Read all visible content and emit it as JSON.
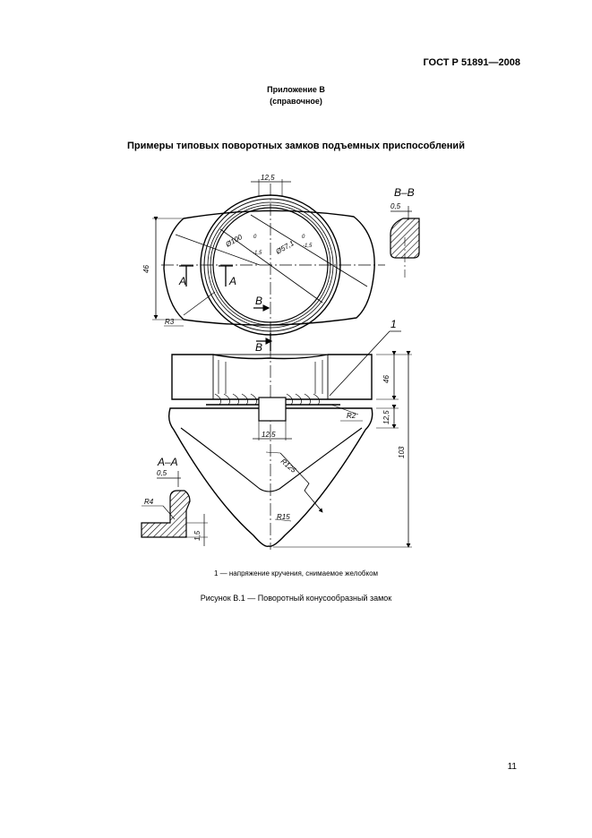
{
  "header": {
    "standard_code": "ГОСТ Р 51891—2008"
  },
  "appendix": {
    "title": "Приложение В",
    "subtitle": "(справочное)"
  },
  "section_title": "Примеры типовых поворотных замков подъемных приспособлений",
  "figure": {
    "labels": {
      "section_bb": "В–В",
      "section_aa": "А–А",
      "width_top": "12,5",
      "width_mid": "12,5",
      "dia_outer": "Ø100",
      "dia_outer_tol_up": "0",
      "dia_outer_tol_down": "-1,5",
      "dia_inner": "Ø57,1",
      "dia_inner_tol_up": "0",
      "dia_inner_tol_down": "-1,5",
      "height_top": "46",
      "height_side": "46",
      "height_step": "12,5",
      "height_total": "103",
      "gap_bb": "0,5",
      "gap_aa": "0,5",
      "radius_r3": "R3",
      "radius_r2": "R2",
      "radius_r4": "R4",
      "radius_r125": "R125",
      "radius_r15": "R15",
      "dim_15": "1,5",
      "arrow_a": "А",
      "arrow_b": "В",
      "callout_1": "1"
    },
    "legend": "1 — напряжение кручения, снимаемое желобком",
    "caption": "Рисунок В.1 — Поворотный конусообразный замок"
  },
  "page_number": "11"
}
